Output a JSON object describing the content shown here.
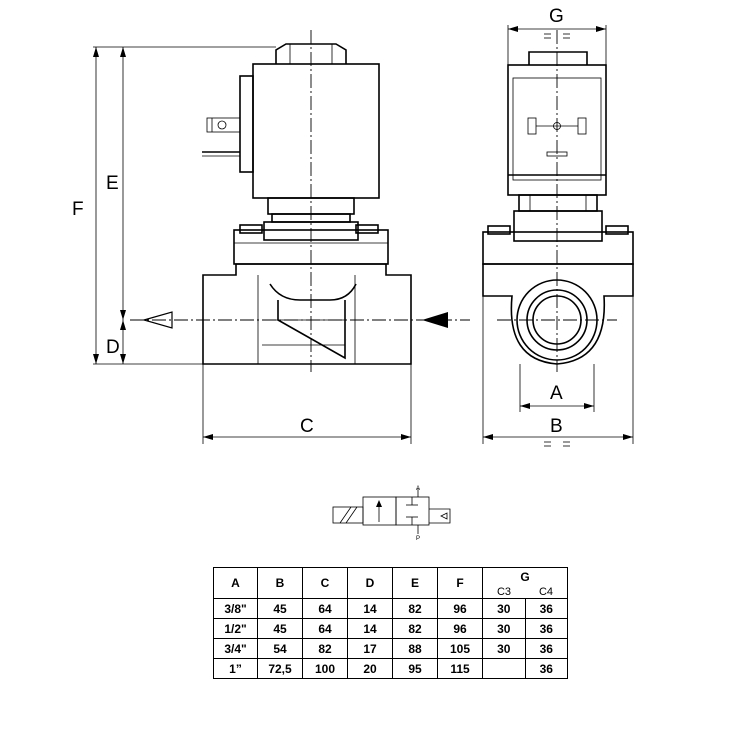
{
  "dimension_labels": {
    "A": "A",
    "B": "B",
    "C": "C",
    "D": "D",
    "E": "E",
    "F": "F",
    "G": "G"
  },
  "symbol_labels": {
    "port_A": "A",
    "port_P": "P"
  },
  "table": {
    "headers": [
      "A",
      "B",
      "C",
      "D",
      "E",
      "F",
      "G"
    ],
    "g_subheaders": [
      "C3",
      "C4"
    ],
    "rows": [
      [
        "3/8\"",
        "45",
        "64",
        "14",
        "82",
        "96",
        "30",
        "36"
      ],
      [
        "1/2\"",
        "45",
        "64",
        "14",
        "82",
        "96",
        "30",
        "36"
      ],
      [
        "3/4\"",
        "54",
        "82",
        "17",
        "88",
        "105",
        "30",
        "36"
      ],
      [
        "1”",
        "72,5",
        "100",
        "20",
        "95",
        "115",
        "",
        "36"
      ]
    ]
  }
}
